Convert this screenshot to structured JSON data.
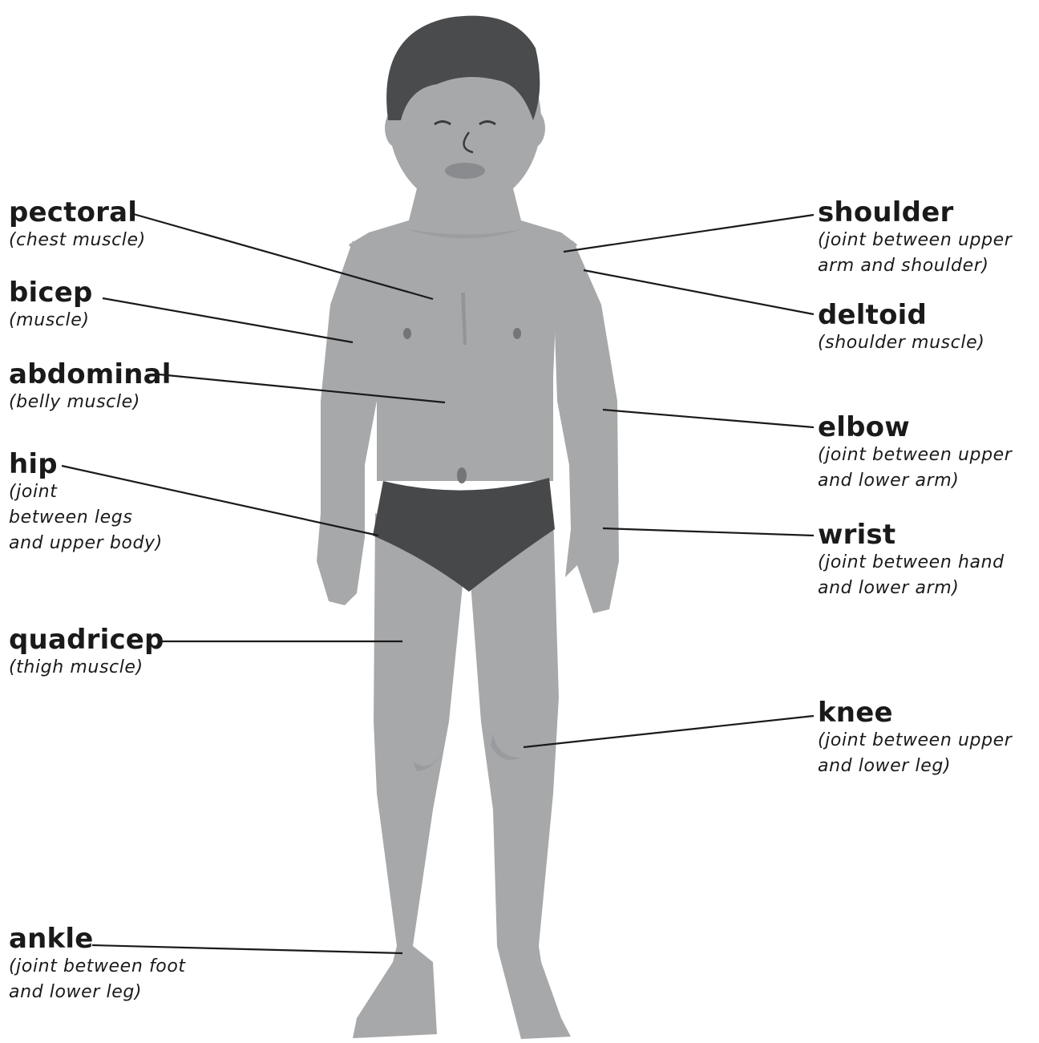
{
  "labels": {
    "pectoral": {
      "term": "pectoral",
      "desc": "(chest muscle)"
    },
    "bicep": {
      "term": "bicep",
      "desc": "(muscle)"
    },
    "abdominal": {
      "term": "abdominal",
      "desc": "(belly muscle)"
    },
    "hip": {
      "term": "hip",
      "desc": "(joint\nbetween legs\nand upper body)"
    },
    "quadricep": {
      "term": "quadricep",
      "desc": "(thigh muscle)"
    },
    "ankle": {
      "term": "ankle",
      "desc": "(joint between foot\nand lower leg)"
    },
    "shoulder": {
      "term": "shoulder",
      "desc": "(joint between upper\narm and shoulder)"
    },
    "deltoid": {
      "term": "deltoid",
      "desc": "(shoulder muscle)"
    },
    "elbow": {
      "term": "elbow",
      "desc": "(joint between upper\nand lower arm)"
    },
    "wrist": {
      "term": "wrist",
      "desc": "(joint between hand\nand lower arm)"
    },
    "knee": {
      "term": "knee",
      "desc": "(joint between upper\nand lower leg)"
    }
  },
  "colors": {
    "skin": "#a7a8aa",
    "skin_shadow": "#95969a",
    "hair": "#4a4b4d",
    "underwear": "#47484a",
    "line": "#1a1a1a"
  }
}
